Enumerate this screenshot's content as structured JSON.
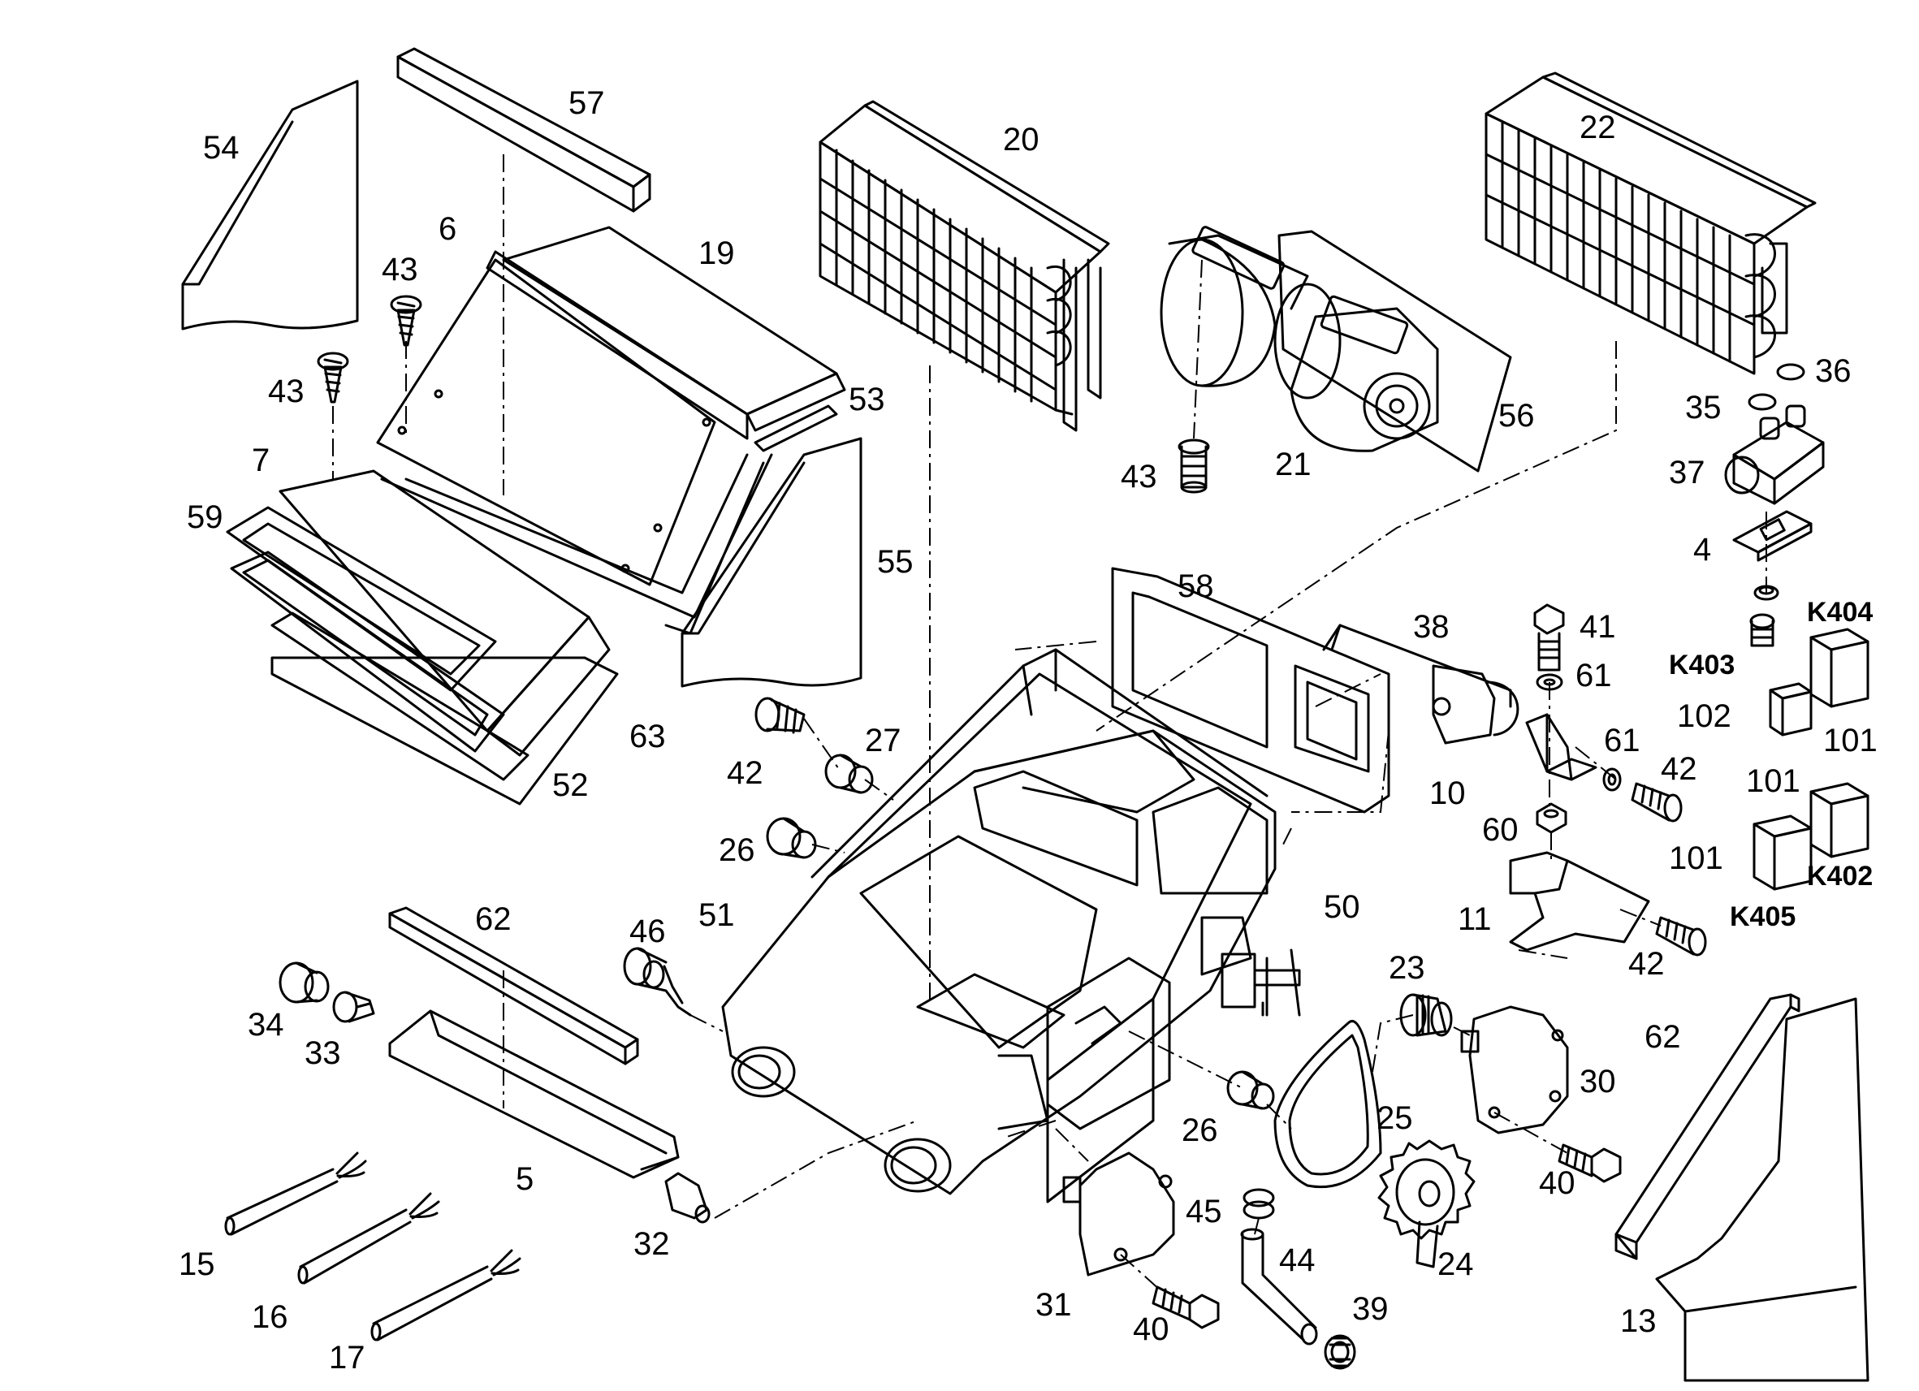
{
  "callouts": {
    "c4": "4",
    "c5": "5",
    "c6": "6",
    "c7": "7",
    "c10": "10",
    "c11": "11",
    "c13": "13",
    "c15": "15",
    "c16": "16",
    "c17": "17",
    "c19": "19",
    "c20": "20",
    "c21": "21",
    "c22": "22",
    "c23": "23",
    "c24": "24",
    "c25": "25",
    "c26a": "26",
    "c26b": "26",
    "c27": "27",
    "c30": "30",
    "c31": "31",
    "c32": "32",
    "c33": "33",
    "c34": "34",
    "c35": "35",
    "c36": "36",
    "c37": "37",
    "c38": "38",
    "c39": "39",
    "c40a": "40",
    "c40b": "40",
    "c41": "41",
    "c42a": "42",
    "c42b": "42",
    "c42c": "42",
    "c43a": "43",
    "c43b": "43",
    "c43c": "43",
    "c44": "44",
    "c45": "45",
    "c46": "46",
    "c50": "50",
    "c51": "51",
    "c52": "52",
    "c53": "53",
    "c54": "54",
    "c55": "55",
    "c56": "56",
    "c57": "57",
    "c58": "58",
    "c59": "59",
    "c60": "60",
    "c61a": "61",
    "c61b": "61",
    "c62a": "62",
    "c62b": "62",
    "c63": "63",
    "c101a": "101",
    "c101b": "101",
    "c101c": "101",
    "c102": "102",
    "k402": "K402",
    "k403": "K403",
    "k404": "K404",
    "k405": "K405"
  }
}
